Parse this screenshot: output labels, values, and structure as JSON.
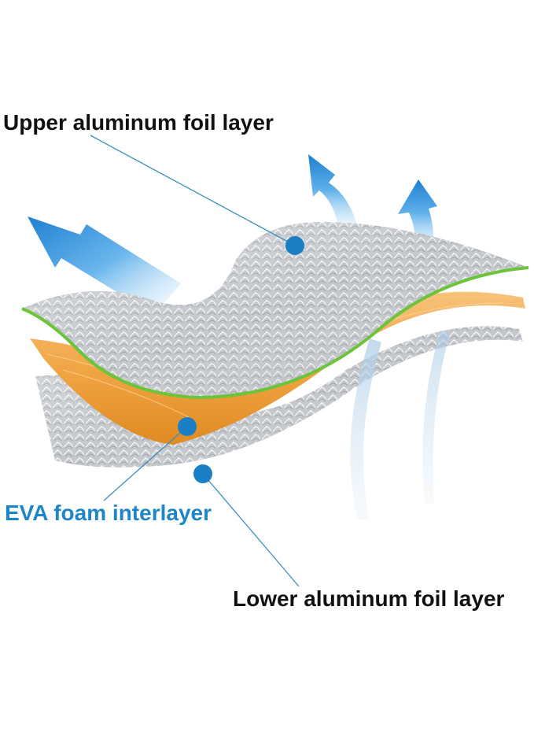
{
  "labels": {
    "upper": "Upper aluminum foil layer",
    "eva": "EVA foam interlayer",
    "lower": "Lower aluminum foil layer"
  },
  "colors": {
    "text_dark": "#111111",
    "text_blue": "#1e86c8",
    "marker": "#1b7fc6",
    "leader_line": "#3a8fc0",
    "foil": "#c9ccd1",
    "foam": "#f0a645",
    "green_edge": "#6cc43a",
    "arrow": "#2f8fd8"
  },
  "icons": {
    "arrow": "heat-reflection-arrow-icon",
    "marker": "callout-dot-icon"
  }
}
